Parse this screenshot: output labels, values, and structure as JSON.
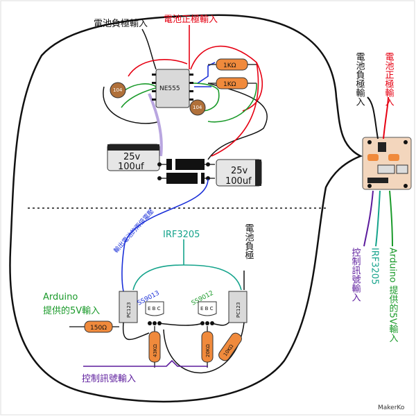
{
  "labels": {
    "battery_negative_input": "電池負極輸入",
    "battery_positive_input": "電池正極輸入",
    "output_label": "輸出電池的兩倍電壓",
    "irf_top": "IRF3205",
    "battery_negative": "電池負極",
    "arduino_5v": "Arduino\n提供的5V輸入",
    "control_signal_input": "控制訊號輸入",
    "side_battery_negative_input": "電池負極輸入",
    "side_battery_positive_input": "電池正極輸入",
    "side_control_signal_input": "控制訊號輸入",
    "side_irf": "IRF3205",
    "side_arduino": "Arduino 提供的5V輸入",
    "brand": "MakerKo"
  },
  "components": {
    "ne555": "NE555",
    "res_1k_a": "1KΩ",
    "res_1k_b": "1KΩ",
    "cap_small_a": "104",
    "cap_small_b": "104",
    "cap_left_voltage": "25v",
    "cap_left_value": "100uf",
    "cap_right_voltage": "25v",
    "cap_right_value": "100uf",
    "pc123_left": "PC123",
    "pc123_right": "PC123",
    "ss9013": "SS9013",
    "ss9012": "SS9012",
    "ebc_left": "E B C",
    "ebc_right": "E B C",
    "res_150": "150Ω",
    "res_43k": "43KΩ",
    "res_20k": "20KΩ",
    "res_10k": "10KΩ"
  },
  "colors": {
    "red": "#e60012",
    "blue": "#1a2fd8",
    "green": "#1a9a2a",
    "teal": "#14a38b",
    "purple": "#5b1a9c",
    "orange": "#f08a3c",
    "brown": "#b0703a",
    "chip": "#d9d9d9"
  }
}
